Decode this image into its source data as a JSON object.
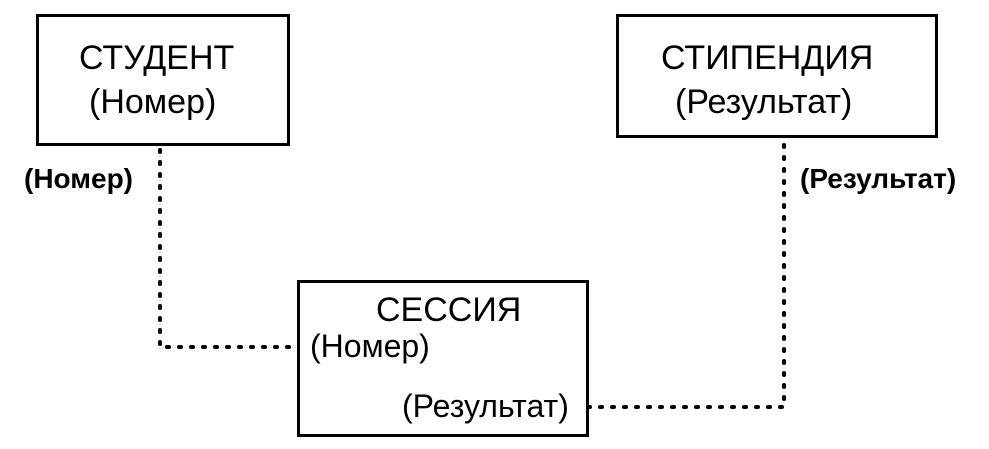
{
  "entities": {
    "student": {
      "name": "СТУДЕНТ",
      "key": "(Номер)"
    },
    "scholarship": {
      "name": "СТИПЕНДИЯ",
      "key": "(Результат)"
    },
    "session": {
      "name": "СЕССИЯ",
      "attr_number": "(Номер)",
      "attr_result": "(Результат)"
    }
  },
  "links": {
    "student_to_session_label": "(Номер)",
    "scholarship_to_session_label": "(Результат)"
  }
}
